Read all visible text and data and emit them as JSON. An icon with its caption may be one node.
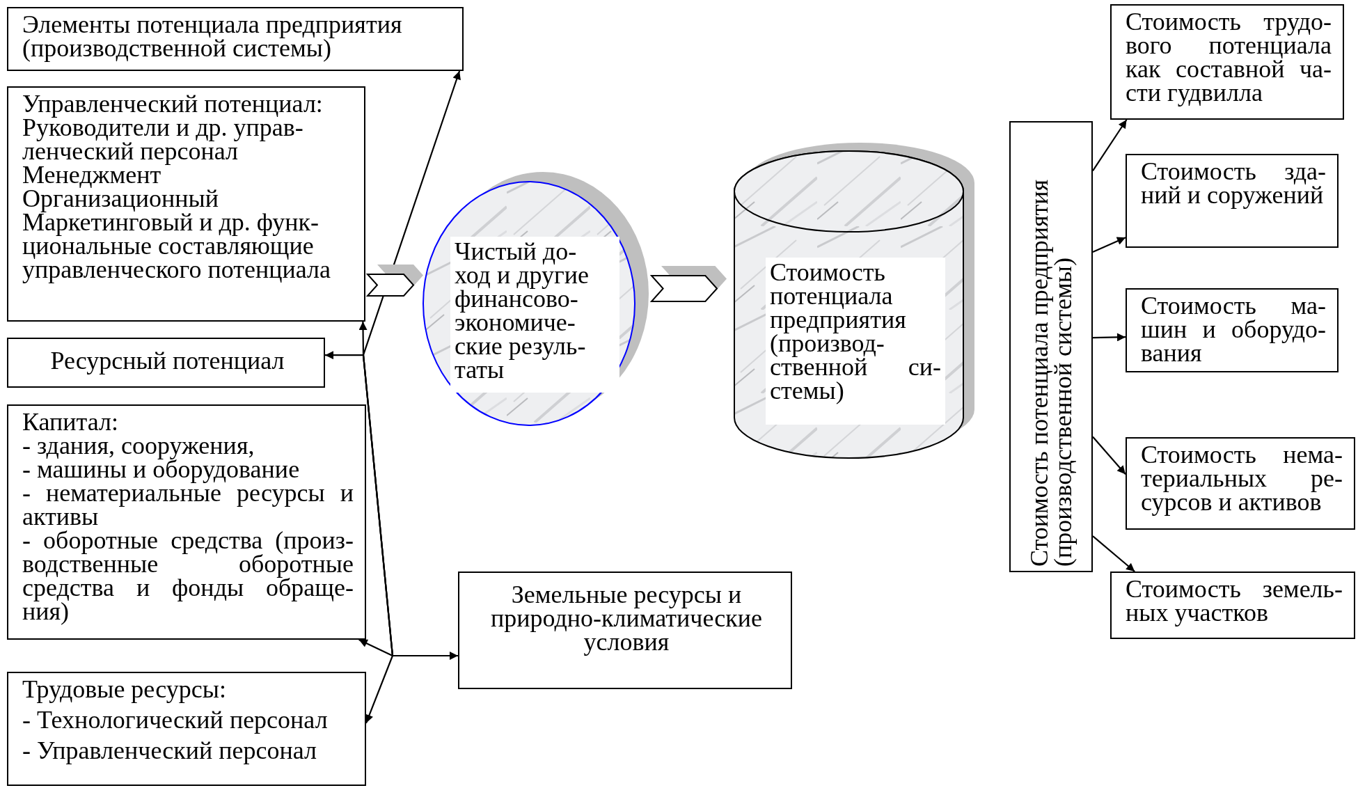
{
  "diagram": {
    "nodes": [
      {
        "text": [
          "Элементы потенциала предприятия (производственной системы)"
        ]
      },
      {
        "text": [
          "Управленческий потенциал:",
          "Руководители и др. управ- ленческий персонал",
          "Менеджмент",
          "Организационный",
          "Маркетинговый и др. функ- циональные составляющие управленческого потенциала"
        ]
      },
      {
        "text": [
          "Ресурсный потенциал"
        ]
      },
      {
        "text": [
          "Капитал:",
          "- здания, сооружения,",
          "- машины и оборудование",
          "- нематериальные ресурсы и активы",
          "- оборотные средства (произ- водственные оборотные средства и фонды обраще- ния)"
        ]
      },
      {
        "text": [
          "Трудовые ресурсы:",
          "- Технологический персонал",
          "- Управленческий персонал"
        ]
      },
      {
        "text": [
          "Земельные ресурсы и природно-климатические условия"
        ]
      },
      {
        "text": [
          "Чистый до- ход и другие финансово- экономиче- ские резуль- таты"
        ]
      },
      {
        "text": [
          "Стоимость потенциала предприятия (производ- ственной си- стемы)"
        ]
      },
      {
        "text": [
          "Стоимость потенциала предприятия (производственной системы)"
        ]
      },
      {
        "text": [
          "Стоимость трудо- вого потенциала как составной ча- сти гудвилла"
        ]
      },
      {
        "text": [
          "Стоимость зда- ний и соружений"
        ]
      },
      {
        "text": [
          "Стоимость ма- шин и оборудо- вания"
        ]
      },
      {
        "text": [
          "Стоимость нема- териальных ре- сурсов и активов"
        ]
      },
      {
        "text": [
          "Стоимость земель- ных участков"
        ]
      }
    ],
    "edges": [
      {
        "from": null,
        "to": 0,
        "arrow": "to"
      },
      {
        "from": null,
        "to": 1,
        "arrow": "to"
      },
      {
        "from": null,
        "to": 2,
        "arrow": "to"
      },
      {
        "from": null,
        "to": 3,
        "arrow": "to"
      },
      {
        "from": null,
        "to": 4,
        "arrow": "to"
      },
      {
        "from": null,
        "to": 5,
        "arrow": "to"
      },
      {
        "from": 1,
        "to": 6,
        "arrow": "to"
      },
      {
        "from": 6,
        "to": 7,
        "arrow": "to"
      },
      {
        "from": 8,
        "to": 9,
        "arrow": "to"
      },
      {
        "from": 8,
        "to": 10,
        "arrow": "to"
      },
      {
        "from": 8,
        "to": 11,
        "arrow": "to"
      },
      {
        "from": 8,
        "to": 12,
        "arrow": "to"
      },
      {
        "from": 8,
        "to": 13,
        "arrow": "to"
      }
    ]
  }
}
